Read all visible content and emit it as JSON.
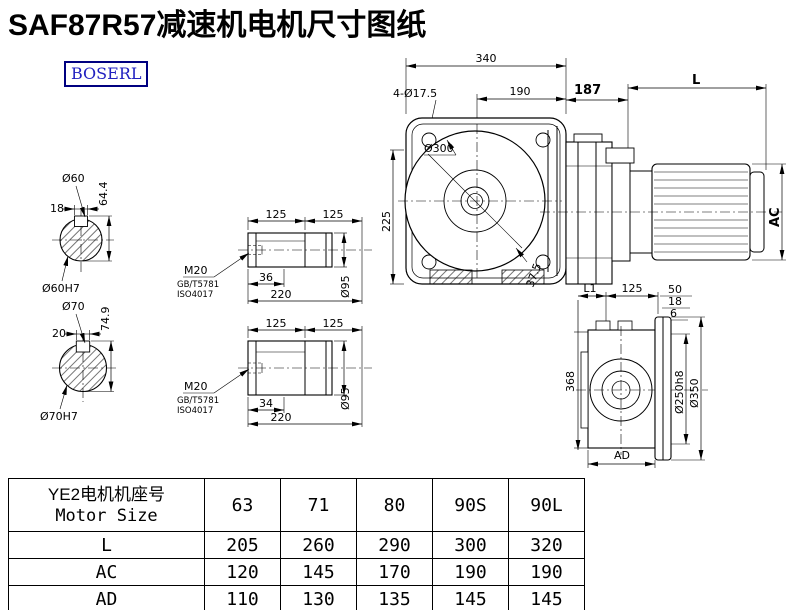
{
  "page": {
    "title": "SAF87R57减速机电机尺寸图纸",
    "brand": "BOSERL"
  },
  "drawing": {
    "d340": "340",
    "d190": "190",
    "holes": "4-Ø17.5",
    "d300": "Ø300",
    "d225": "225",
    "d375": "37.5",
    "d187": "187",
    "dL": "L",
    "dAC": "AC",
    "d60": "Ø60",
    "d60h7": "Ø60H7",
    "d18": "18",
    "d644": "64.4",
    "d70": "Ø70",
    "d70h7": "Ø70H7",
    "d20": "20",
    "d749": "74.9",
    "d125": "125",
    "m20": "M20",
    "gb": "GB/T5781",
    "iso": "ISO4017",
    "d36": "36",
    "d34": "34",
    "d220": "220",
    "d95": "Ø95",
    "dL1": "L1",
    "d50": "50",
    "d6": "6",
    "d368": "368",
    "d250": "Ø250h8",
    "d350": "Ø350",
    "dAD": "AD"
  },
  "table": {
    "header_cn": "YE2电机机座号",
    "header_en": "Motor Size",
    "sizes": [
      "63",
      "71",
      "80",
      "90S",
      "90L"
    ],
    "rows": [
      {
        "label": "L",
        "values": [
          "205",
          "260",
          "290",
          "300",
          "320"
        ]
      },
      {
        "label": "AC",
        "values": [
          "120",
          "145",
          "170",
          "190",
          "190"
        ]
      },
      {
        "label": "AD",
        "values": [
          "110",
          "130",
          "135",
          "145",
          "145"
        ]
      }
    ]
  }
}
